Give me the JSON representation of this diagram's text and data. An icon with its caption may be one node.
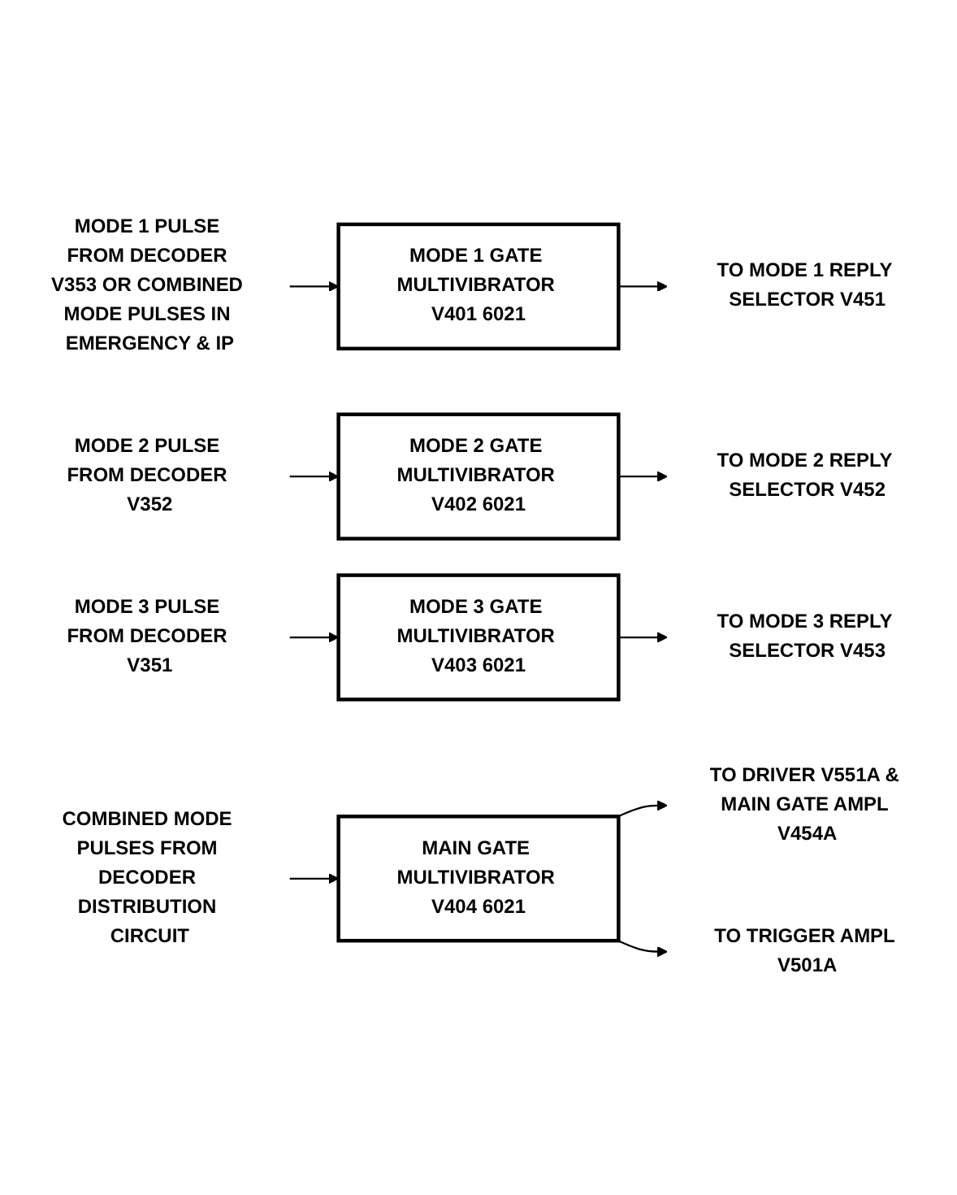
{
  "diagram": {
    "nodes": [
      {
        "text": [
          "MODE 1 PULSE FROM DECODER V353 OR COMBINED MODE PULSES IN EMERGENCY & IP"
        ]
      },
      {
        "text": [
          "MODE 1 GATE MULTIVIBRATOR V401 6021"
        ]
      },
      {
        "text": [
          "TO MODE 1 REPLY SELECTOR V451"
        ]
      },
      {
        "text": [
          "MODE 2 PULSE FROM DECODER V352"
        ]
      },
      {
        "text": [
          "MODE 2 GATE MULTIVIBRATOR V402 6021"
        ]
      },
      {
        "text": [
          "TO MODE 2 REPLY SELECTOR V452"
        ]
      },
      {
        "text": [
          "MODE 3 PULSE FROM DECODER V351"
        ]
      },
      {
        "text": [
          "MODE 3 GATE MULTIVIBRATOR V403 6021"
        ]
      },
      {
        "text": [
          "TO MODE 3 REPLY SELECTOR V453"
        ]
      },
      {
        "text": [
          "COMBINED MODE PULSES FROM DECODER DISTRIBUTION CIRCUIT"
        ]
      },
      {
        "text": [
          "MAIN GATE MULTIVIBRATOR V404 6021"
        ]
      },
      {
        "text": [
          "TO DRIVER V551A & MAIN GATE AMPL V454A"
        ]
      },
      {
        "text": [
          "TO TRIGGER AMPL V501A"
        ]
      }
    ],
    "edges": [
      {
        "from": 0,
        "to": 1,
        "arrow": "to"
      },
      {
        "from": 1,
        "to": 2,
        "arrow": "to"
      },
      {
        "from": 3,
        "to": 4,
        "arrow": "to"
      },
      {
        "from": 4,
        "to": 5,
        "arrow": "to"
      },
      {
        "from": 6,
        "to": 7,
        "arrow": "to"
      },
      {
        "from": 7,
        "to": 8,
        "arrow": "to"
      },
      {
        "from": 9,
        "to": 10,
        "arrow": "to"
      },
      {
        "from": 10,
        "to": 11,
        "arrow": "to"
      },
      {
        "from": 10,
        "to": 12,
        "arrow": "to"
      }
    ]
  }
}
